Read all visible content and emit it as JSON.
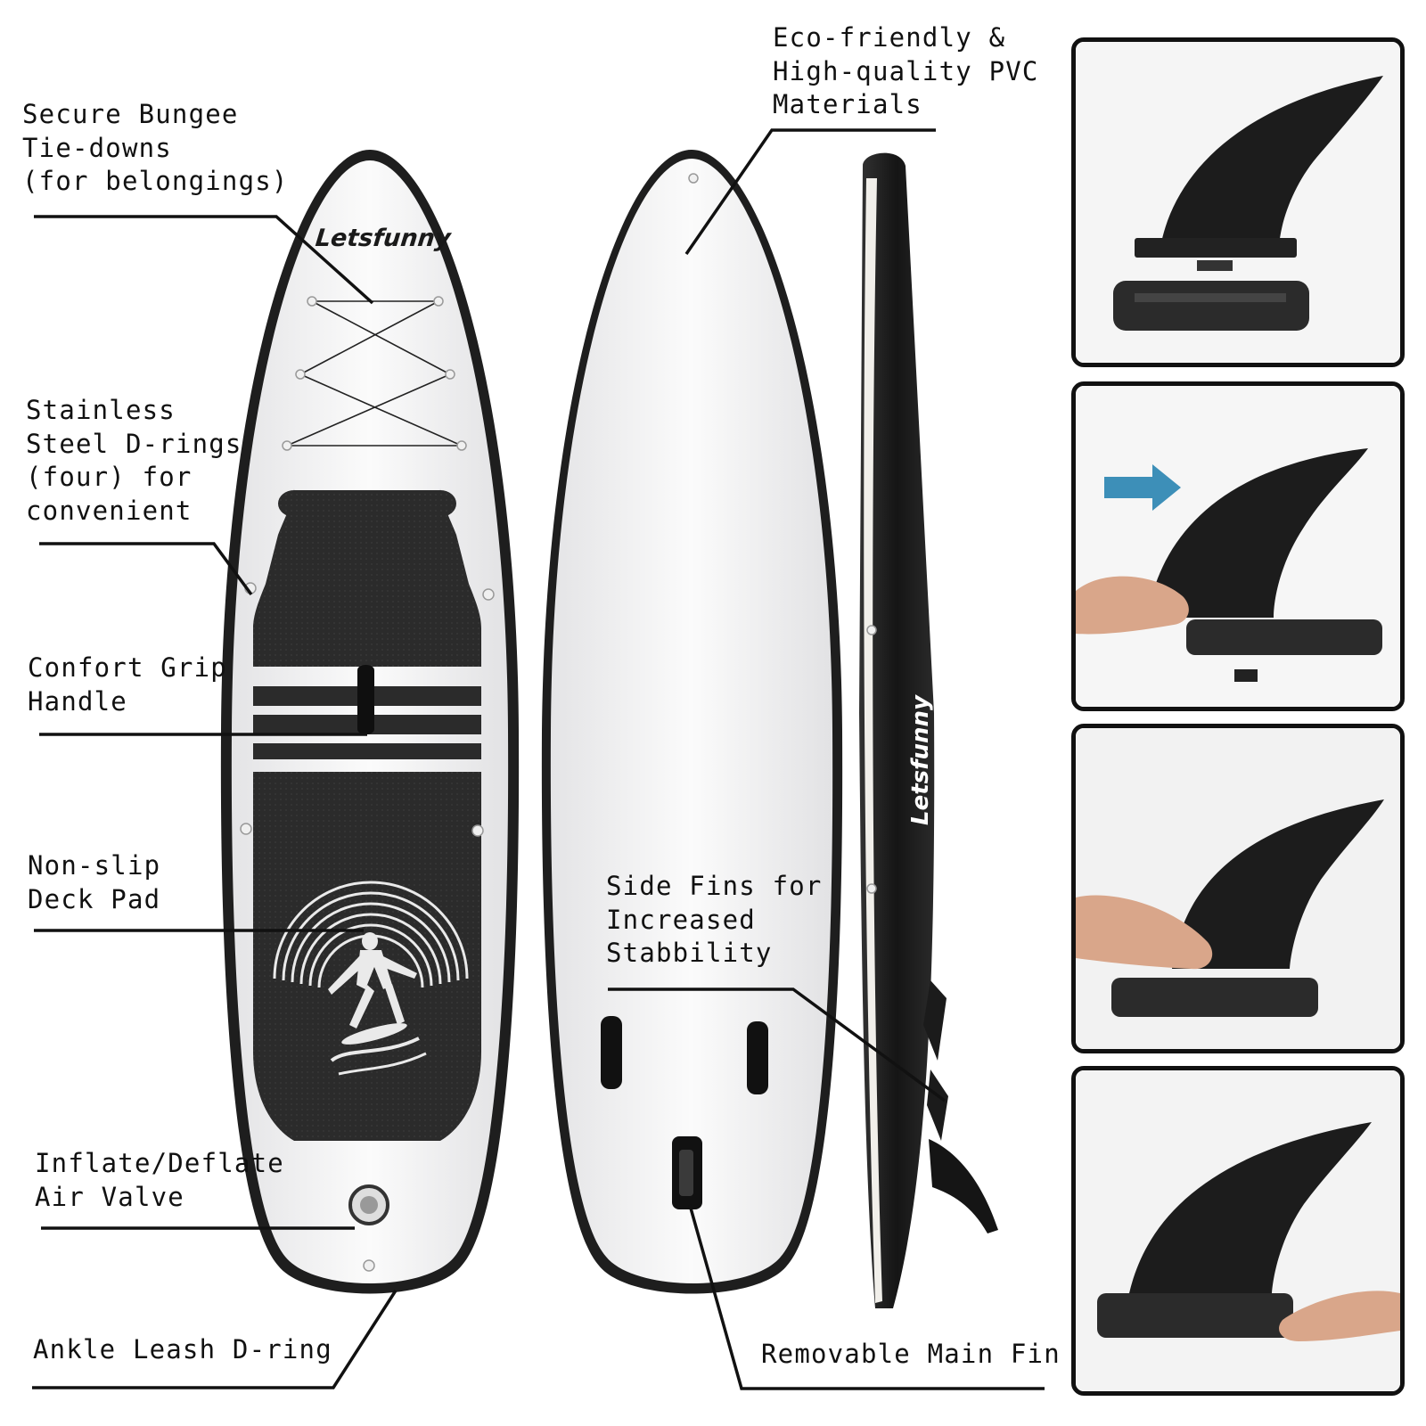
{
  "brand": "Letsfunny",
  "callouts": {
    "bungee": "Secure Bungee\nTie-downs\n(for belongings)",
    "drings": "Stainless\nSteel D-rings\n(four) for\nconvenient",
    "handle": "Confort Grip\nHandle",
    "pad": "Non-slip\nDeck Pad",
    "valve": "Inflate/Deflate\nAir Valve",
    "leash": "Ankle Leash D-ring",
    "pvc": "Eco-friendly &\nHigh-quality PVC\nMaterials",
    "side_fins": "Side Fins for\nIncreased\nStabbility",
    "main_fin": "Removable Main Fin"
  },
  "colors": {
    "board_edge": "#1e1e1e",
    "deck_pad": "#2b2b2b",
    "board_body": "#f3f3f4",
    "arrow": "#3d8fb8"
  },
  "panels": [
    {
      "name": "fin-and-fin-box-separate"
    },
    {
      "name": "fin-slide-in-with-arrow"
    },
    {
      "name": "fin-pressed-into-box"
    },
    {
      "name": "fin-locked-with-pin"
    }
  ]
}
